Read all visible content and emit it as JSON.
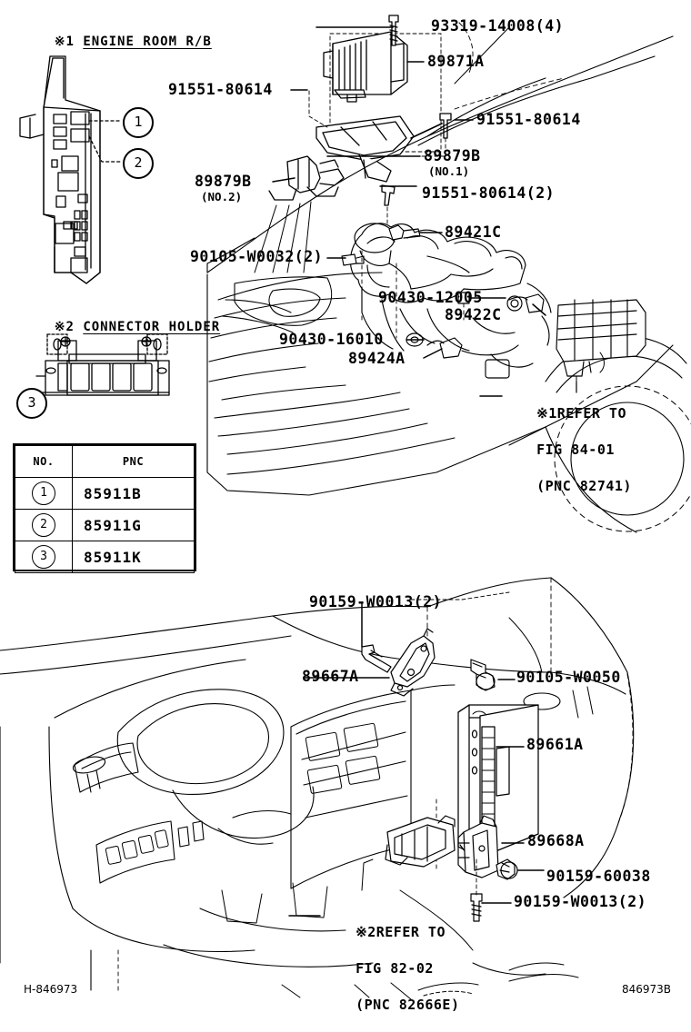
{
  "diagram": {
    "footer_left": "H-846973",
    "footer_right": "846973B",
    "sections": [
      {
        "marker": "※1",
        "title": "ENGINE ROOM R/B"
      },
      {
        "marker": "※2",
        "title": "CONNECTOR HOLDER"
      }
    ],
    "table": {
      "headers": [
        "NO.",
        "PNC"
      ],
      "rows": [
        {
          "no": "1",
          "pnc": "85911B"
        },
        {
          "no": "2",
          "pnc": "85911G"
        },
        {
          "no": "3",
          "pnc": "85911K"
        }
      ]
    },
    "callouts": [
      {
        "id": "c1",
        "text": "1"
      },
      {
        "id": "c2",
        "text": "2"
      },
      {
        "id": "c3",
        "text": "3"
      }
    ],
    "upper_labels": [
      {
        "id": "p-93319",
        "text": "93319-14008(4)"
      },
      {
        "id": "p-89871a",
        "text": "89871A"
      },
      {
        "id": "p-91551-tl",
        "text": "91551-80614"
      },
      {
        "id": "p-91551-mid",
        "text": "91551-80614"
      },
      {
        "id": "p-89879b-1",
        "text": "89879B",
        "sub": "(NO.1)"
      },
      {
        "id": "p-89879b-2",
        "text": "89879B",
        "sub": "(NO.2)"
      },
      {
        "id": "p-91551-2",
        "text": "91551-80614(2)"
      },
      {
        "id": "p-89421c",
        "text": "89421C"
      },
      {
        "id": "p-90105-w0032",
        "text": "90105-W0032(2)"
      },
      {
        "id": "p-90430-12005",
        "text": "90430-12005"
      },
      {
        "id": "p-89422c",
        "text": "89422C"
      },
      {
        "id": "p-90430-16010",
        "text": "90430-16010"
      },
      {
        "id": "p-89424a",
        "text": "89424A"
      }
    ],
    "lower_labels": [
      {
        "id": "p-90159-w0013-top",
        "text": "90159-W0013(2)"
      },
      {
        "id": "p-89667a",
        "text": "89667A"
      },
      {
        "id": "p-90105-w0050",
        "text": "90105-W0050"
      },
      {
        "id": "p-89661a",
        "text": "89661A"
      },
      {
        "id": "p-89668a",
        "text": "89668A"
      },
      {
        "id": "p-90159-60038",
        "text": "90159-60038"
      },
      {
        "id": "p-90159-w0013-bot",
        "text": "90159-W0013(2)"
      }
    ],
    "refer_notes": [
      {
        "id": "refer-1",
        "marker": "※1",
        "line1": "REFER TO",
        "line2": "FIG 84-01",
        "line3": "(PNC 82741)"
      },
      {
        "id": "refer-2",
        "marker": "※2",
        "line1": "REFER TO",
        "line2": "FIG 82-02",
        "line3": "(PNC 82666E)"
      }
    ]
  }
}
